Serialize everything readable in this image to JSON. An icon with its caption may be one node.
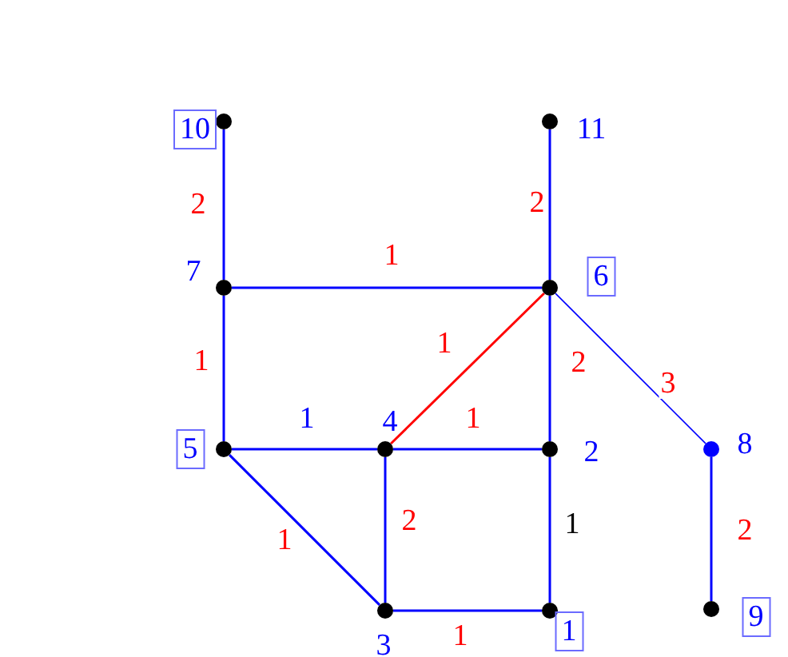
{
  "diagram": {
    "nodes": [
      {
        "text": [],
        "shape": "circle",
        "beside": [
          "10"
        ]
      },
      {
        "text": [],
        "shape": "circle",
        "beside": [
          "11"
        ]
      },
      {
        "text": [],
        "shape": "circle",
        "beside": [
          "7"
        ]
      },
      {
        "text": [],
        "shape": "circle",
        "beside": [
          "6"
        ]
      },
      {
        "text": [],
        "shape": "circle",
        "beside": [
          "5"
        ]
      },
      {
        "text": [],
        "shape": "circle",
        "beside": [
          "4"
        ]
      },
      {
        "text": [],
        "shape": "circle",
        "beside": [
          "2"
        ]
      },
      {
        "text": [],
        "shape": "circle",
        "beside": [
          "8"
        ]
      },
      {
        "text": [],
        "shape": "circle",
        "beside": [
          "3"
        ]
      },
      {
        "text": [],
        "shape": "circle",
        "beside": [
          "1"
        ]
      },
      {
        "text": [],
        "shape": "circle",
        "beside": [
          "9"
        ]
      }
    ],
    "edges": [
      {
        "from": 0,
        "to": 2,
        "arrow": "none",
        "label": "2"
      },
      {
        "from": 1,
        "to": 3,
        "arrow": "none",
        "label": "2"
      },
      {
        "from": 2,
        "to": 3,
        "arrow": "none",
        "label": "1"
      },
      {
        "from": 2,
        "to": 4,
        "arrow": "none",
        "label": "1"
      },
      {
        "from": 3,
        "to": 5,
        "arrow": "none",
        "label": "1",
        "color": "#ff0000"
      },
      {
        "from": 3,
        "to": 6,
        "arrow": "none",
        "label": "2"
      },
      {
        "from": 3,
        "to": 7,
        "arrow": "none",
        "label": "3"
      },
      {
        "from": 4,
        "to": 5,
        "arrow": "none",
        "label": "1"
      },
      {
        "from": 5,
        "to": 6,
        "arrow": "none",
        "label": "1"
      },
      {
        "from": 4,
        "to": 8,
        "arrow": "none",
        "label": "1"
      },
      {
        "from": 5,
        "to": 8,
        "arrow": "none",
        "label": "2"
      },
      {
        "from": 6,
        "to": 9,
        "arrow": "none",
        "label": "1"
      },
      {
        "from": 8,
        "to": 9,
        "arrow": "none",
        "label": "1"
      },
      {
        "from": 7,
        "to": 10,
        "arrow": "none",
        "label": "2"
      }
    ]
  }
}
